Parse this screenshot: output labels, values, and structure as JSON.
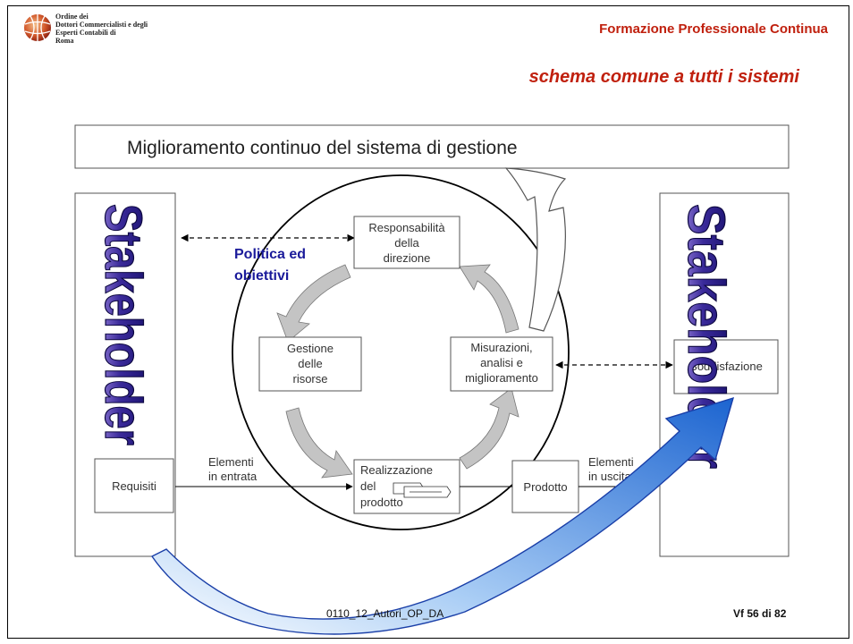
{
  "header": {
    "org_line1": "Ordine dei",
    "org_line2": "Dottori Commercialisti e degli",
    "org_line3": "Esperti Contabili di",
    "org_line4": "Roma",
    "title": "Formazione Professionale Continua",
    "subtitle": "schema comune a tutti i sistemi"
  },
  "diagram": {
    "top_banner": "Miglioramento continuo del sistema di gestione",
    "stakeholder_left": "Stakeholder",
    "stakeholder_right": "Stakeholder",
    "requisiti": "Requisiti",
    "soddisfazione": "Soddisfazione",
    "politica_line1": "Politica ed",
    "politica_line2": "obiettivi",
    "resp_line1": "Responsabilità",
    "resp_line2": "della",
    "resp_line3": "direzione",
    "gest_line1": "Gestione",
    "gest_line2": "delle",
    "gest_line3": "risorse",
    "mis_line1": "Misurazioni,",
    "mis_line2": "analisi e",
    "mis_line3": "miglioramento",
    "real_line1": "Realizzazione",
    "real_line2": "del",
    "real_line3": "prodotto",
    "prodotto": "Prodotto",
    "in_line1": "Elementi",
    "in_line2": "in entrata",
    "out_line1": "Elementi",
    "out_line2": "in uscita"
  },
  "footer": {
    "filename": "0110_12_Autori_OP_DA",
    "page": "Vf 56 di 82"
  },
  "colors": {
    "header_red": "#c0200e",
    "stakeholder_purple": "#2d1f8a",
    "blue_arrow": "#2f72d6"
  }
}
